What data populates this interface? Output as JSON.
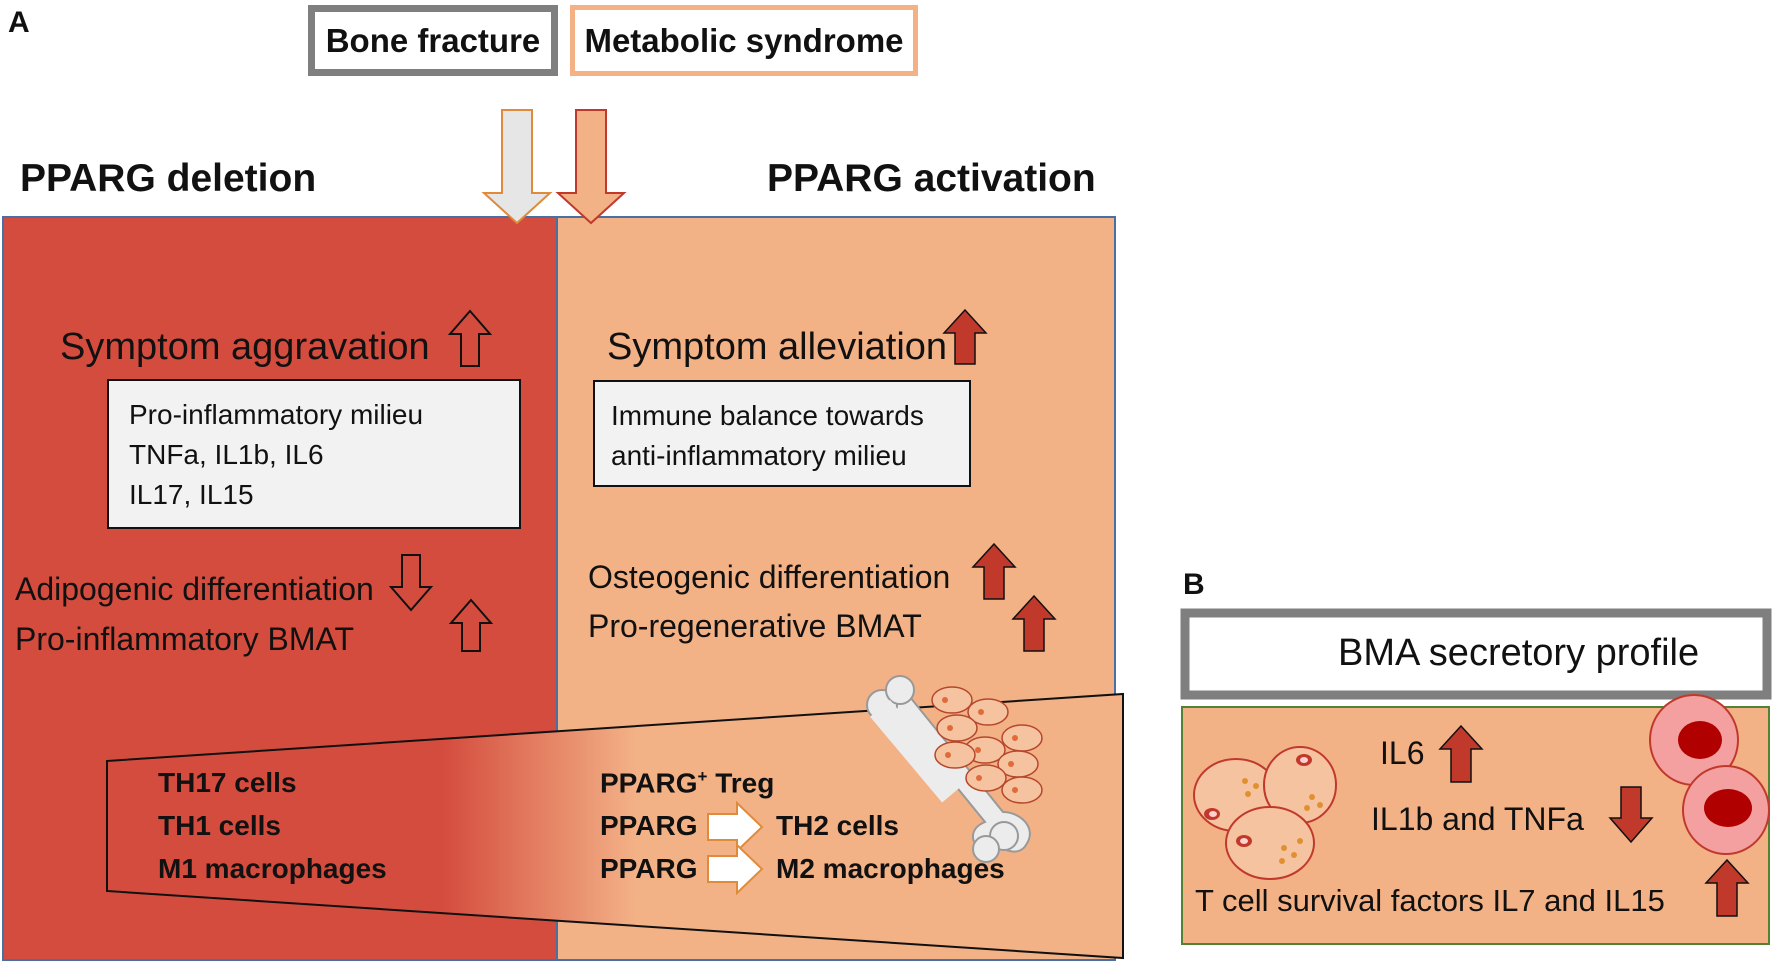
{
  "panels": {
    "a_label": "A",
    "b_label": "B"
  },
  "top_boxes": {
    "bone_fracture": "Bone fracture",
    "metabolic_syndrome": "Metabolic syndrome"
  },
  "left": {
    "heading": "PPARG deletion",
    "symptom": "Symptom aggravation",
    "milieu_lines": [
      "Pro-inflammatory milieu",
      "TNFa, IL1b, IL6",
      "IL17, IL15"
    ],
    "diff_line1": "Adipogenic differentiation",
    "diff_line2": "Pro-inflammatory BMAT",
    "cells": [
      "TH17 cells",
      "TH1 cells",
      "M1 macrophages"
    ]
  },
  "right": {
    "heading": "PPARG activation",
    "symptom": "Symptom alleviation",
    "milieu_lines": [
      "Immune balance towards",
      "anti-inflammatory milieu"
    ],
    "diff_line1": "Osteogenic differentiation",
    "diff_line2": "Pro-regenerative BMAT",
    "treg_prefix": "PPARG",
    "treg_sup": "+",
    "treg_suffix": " Treg",
    "pparg_1": "PPARG",
    "th2": "TH2 cells",
    "pparg_2": "PPARG",
    "m2": "M2 macrophages"
  },
  "panel_b": {
    "title": "BMA secretory profile",
    "il6": "IL6",
    "il1b_tnfa": "IL1b and TNFa",
    "tcell": "T cell survival factors IL7 and IL15"
  },
  "colors": {
    "dark_red": "#d44c3e",
    "salmon": "#f3b186",
    "grey_border": "#7f7f7f",
    "orange_border": "#f4b183",
    "arrow_red": "#c0392b",
    "green_border": "#548235"
  }
}
